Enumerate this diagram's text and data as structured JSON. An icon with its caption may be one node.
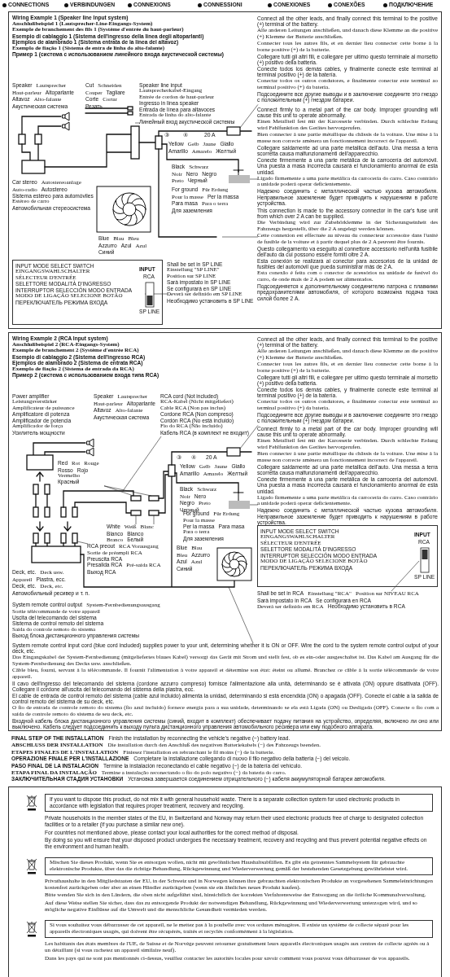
{
  "diagram": {
    "nodes": [
      {
        "text": [
          "Wiring Example 1 (Speaker line Input system)",
          "Anschlußbeispiel 1 (Lautsprecher-Line-Eingangs-System)",
          "Exemple de branchement des fils 1 (Système d'entrée du haut-parleur)",
          "Esempio di cablaggio 1 (Sistema dell'ingresso della linea degli altoparlanti)",
          "Ejemplos de alambrado 1 (Sistema entrata de la linea del altavoz)",
          "Exemplo de fiação 1 (Sistema de entra de linha do alto-falante)",
          "Пример 1 (система с использованием линейного входа акустической системы)"
        ]
      },
      {
        "text": [
          "Connect all the other leads, and finally connect this terminal to the positive (+) terminal of the battery.",
          "Alle anderen Leitungen anschließen, und danach diese Klemme an die positive (+) Klemme der Batterie anschließen.",
          "Connecter tous les autres fils, et en dernier lieu connecter cette borne à la borne positive (+) de la batterie.",
          "Collegare tutti gli altri fili, e collegare per ultimo questo terminale al morsetto (+) positivo della batteria.",
          "Conecte todos los demás cables, y finalmente conecte este terminal al terminal positivo (+) de la batería.",
          "Conectar todos os outros condutores, e finalmente conectar este terminal ao terminal positivo (+) da bateria.",
          "Подсоедините все другие выводы и в заключение соедините это гнездо с положительным (+) гнездом батареи."
        ],
        "in": 0
      },
      {
        "text": [
          "Speaker line input",
          "Lautsprecherkabel-Eingang",
          "Entrée de cordon de haut-parleur",
          "Ingresso in linea speaker",
          "Entrada de línea para altavoces",
          "Entrada de linha do alto-falante",
          "Линейный вход акустической системы"
        ],
        "in": 0
      },
      {
        "text": [
          "Connect firmly to a metal part of the car body. Improper grounding will cause this unit to operate abnormally.",
          "Einen Metallteil fest mit der Karosserie verbinden. Durch schlechte Erdung wird Fehlfunktion des Gerätes hervorgerufen.",
          "Bien connecter à une partie métallique du châssis de la voiture. Une mise à la masse non correcte amènera un fonctionnement incorrect de l'appareil.",
          "Collegare saldamente ad una parte metallica dell'auto. Una messa a terra scorretta causa malfunzionamenti dell'apparecchio.",
          "Conecte firmemente a una parte metálica de la carrocería del automóvil. Una puesta a masa incorrecta causará el funcionamiento anormal de esta unidad.",
          "Ligado firmemente a uma parte metálica da carroceria do carro. Caso contrário a unidade poderá operar deficientemente.",
          "Надежно соединить с металлической частью кузова автомобиля. Неправильное заземление будет приводить к нарушениям в работе устройства."
        ],
        "in": 0
      },
      {
        "text": [
          "INPUT MODE SELECT SWITCH",
          "EINGANGSWAHLSCHALTER",
          "SÉLECTEUR D'ENTRÉE",
          "SELETTORE MODALITÀ D'INGRESSO",
          "INTERRUPTOR SELECCIÓN MODO ENTRADA",
          "MODO DE LIGAÇÃO SELECIONE BOTÃO",
          "ПЕРЕКЛЮЧАТЕЛЬ РЕЖИМА ВХОДА",
          "INPUT",
          "RCA",
          "SP LINE"
        ],
        "in": 0
      },
      {
        "text": [
          "Shall be set in SP LINE",
          "Einstellung \"SP LINE\"",
          "Position sur SP LINE",
          "Sarà impostato in SP LINE",
          "Se configurará en SP LINE",
          "Deverá ser definido em SP LINE",
          "Необходимо установить в SP LINE"
        ],
        "in": 0
      },
      {
        "text": [
          "This connection is made to the accessory connector in the car's fuse unit from which over 2 A can be supplied.",
          "Die Verbindung wird zur Zubehörklemme in der Sicherungseinheit des Fahrzeugs hergestellt, über die 2 A angelegt werden können.",
          "Cette connexion est effectuée au niveau du connecteur accessoire dans l'unité de fusible de la voiture et à partir duquel plus de 2 A peuvent être fournis.",
          "Questo collegamento va eseguito al connettore accessorio nell'unità fusibile dell'auto da cui possono essere forniti oltre 2 A.",
          "Esta conexión se realizará al conector para accesorios de la unidad de fusibles del automóvil que pueda suministrar más de 2 A.",
          "Esta conexão é feita com o conector de acessórios na unidade de fusível do carro, de onde mais de 2 A podem ser alimentados.",
          "Подсоединяется к дополнительному соединителю патрона с плавкими предохранителями автомобиля, от которого возможна подача тока силой более 2 А."
        ],
        "in": 0
      },
      {
        "text": [
          "Wiring Example 2 (RCA Input system)",
          "Anschlußbeispiel 2 (RCA-Eingangs-System)",
          "Exemple de branchement 2 (Système d'entrée RCA)",
          "Esempio di cablaggio 2 (Sistema dell'ingresso RCA)",
          "Ejemplos de alambrado 2 (Sistema de entrata RCA)",
          "Exemplo de fiação 2 (Sistema de entrada da RCA)",
          "Пример 2 (система с использованием входа типа RCA)"
        ]
      },
      {
        "text": [
          "Connect all the other leads, and finally connect this terminal to the positive (+) terminal of the battery.",
          "Alle anderen Leitungen anschließen, und danach diese Klemme an die positive (+) Klemme der Batterie anschließen.",
          "Connecter tous les autres fils, et en dernier lieu connecter cette borne à la borne positive (+) de la batterie.",
          "Collegare tutti gli altri fili, e collegare per ultimo questo terminale al morsetto (+) positivo della batteria.",
          "Conecte todos los demás cables, y finalmente conecte este terminal al terminal positivo (+) de la batería.",
          "Conectar todos os outros condutores, e finalmente conectar este terminal ao terminal positivo (+) da bateria.",
          "Подсоедините все другие выводы и в заключение соедините это гнездо с положительным (+) гнездом батареи."
        ],
        "in": 7
      },
      {
        "text": [
          "RCA cord (Not included)",
          "RCA-Kabel (Nicht mitgeliefert)",
          "Cable RCA (Non pas inclus)",
          "Cordone RCA (Non compreso)",
          "Cordón RCA (No está incluido)",
          "Fio do RCA (Não incluído)",
          "Кабель RCA (в комплект не входит)"
        ],
        "in": 7
      },
      {
        "text": [
          "Red",
          "Rot",
          "Rouge",
          "Rosso",
          "Rojo",
          "Vermelho",
          "Красный"
        ],
        "in": 7
      },
      {
        "text": [
          "White",
          "Weiß",
          "Blanc",
          "Bianco",
          "Blanco",
          "Branco",
          "Белый"
        ],
        "in": 7
      },
      {
        "text": [
          "RCA preout",
          "RCA Vorausgang",
          "Sortie de préampli RCA",
          "Preuscita RCA",
          "Presalida RCA",
          "Pré-saída RCA",
          "Выход RCA"
        ],
        "in": 7
      },
      {
        "text": [
          "Connect firmly to a metal part of the car body. Improper grounding will cause this unit to operate abnormally.",
          "Einen Metallteil fest mit der Karosserie verbinden. Durch schlechte Erdung wird Fehlfunktion des Gerätes hervorgerufen.",
          "Bien connecter à une partie métallique du châssis de la voiture. Une mise à la masse non correcte amènera un fonctionnement incorrect de l'appareil.",
          "Collegare saldamente ad una parte metallica dell'auto. Una messa a terra scorretta causa malfunzionamenti dell'apparecchio.",
          "Conecte firmemente a una parte metálica de la carrocería del automóvil. Una puesta a masa incorrecta causará el funcionamiento anormal de esta unidad.",
          "Ligado firmemente a uma parte metálica da carroceria do carro. Caso contrário a unidade poderá operar deficientemente.",
          "Надежно соединить с металлической частью кузова автомобиля. Неправильное заземление будет приводить к нарушениям в работе устройства."
        ],
        "in": 7
      },
      {
        "text": [
          "INPUT MODE SELECT SWITCH",
          "EINGANGSWAHLSCHALTER",
          "SÉLECTEUR D'ENTRÉE",
          "SELETTORE MODALITÀ D'INGRESSO",
          "INTERRUPTOR SELECCIÓN MODO ENTRADA",
          "MODO DE LIGAÇÃO SELECIONE BOTÃO",
          "ПЕРЕКЛЮЧАТЕЛЬ РЕЖИМА ВХОДА",
          "INPUT",
          "RCA",
          "SP LINE"
        ],
        "in": 7
      },
      {
        "text": [
          "Shall be set in RCA",
          "Einstellung \"RCA\"",
          "Position sur NIVEAU RCA",
          "Sarà impostato in RCA",
          "Se configurará en RCA",
          "Deverá ser definido em RCA",
          "Необходимо установить в RCA"
        ],
        "in": 7
      },
      {
        "text": [
          "System remote control input cord (blue cord included) supplies power to your unit, determining whether it is ON or OFF. Wire the cord to the system remote control output of your deck, etc.",
          "Das Eingangskabel der System-Fernbedienung (mitgeliefertes blaues Kabel) versorgt das Gerät mit Strom und stellt fest, ob es ein-oder ausgeschaltet ist. Das Kabel am Ausgang für die System-Fernbedienung des Decks usw. anschließen.",
          "Câble bleu, fourni, servant à la télécommande. Il fournit l'alimentation à votre appareil et détermine son état: éteint ou allumé. Branchez ce câble à la sortie télécommande de votre appareil.",
          "Il cavo dell'ingresso del telecomando del sistema (cordone azzurro compreso) fornisce l'alimentazione alla unità, determinando se è attivata (ON) oppure disattivata (OFF). Collegare il cordone all'uscita del telecomando del sistema della piastra, ecc.",
          "El cable de entrada de control remoto del sistema (cable azul incluido) alimenta la unidad, determinando si está encendida (ON) o apagada (OFF). Conecte el cable a la salida de control remoto del sistema de su deck, etc.",
          "O fio de entrada de controle remoto do sistema (fio azul incluído) fornece energia para a sua unidade, determinando se ela está Ligada (ON) ou Desligada (OFF). Conecte o fio com a saída de controle remoto do sistema de seu deck, etc.",
          "Входной кабель блока дистанционного управления системы (синий, входит в комплект) обеспечивает подачу питания на устройство, определяя, включено ли оно или выключено. Кабель следует подсоединить к выходу пульта дистанционного управления автомобильного ресивера или ему подобного аппарата."
        ],
        "in": 7
      },
      {
        "text": [
          "Private households in the member states of the EU, in Switzerland and Norway may return their used electronic products free of charge to designated collection facilities or to a retailer (if you purchase a similar new one).",
          "For countries not mentioned above, please contact your local authorities for the correct method of disposal.",
          "By doing so you will ensure that your disposed product undergoes the necessary treatment, recovery and recycling and thus prevent potential negative effects on the environment and human health.",
          "Privathaushalte in den Mitgliedstaaten der EU, in der Schweiz und in Norwegen können ihre gebrauchten elektronischen Produkte an vorgesehenen Sammeleinrichtungen kostenfrei zurückgeben oder aber an einen Händler zurückgeben (wenn sie ein ähnliches neues Produkt kaufen).",
          "Bitte wenden Sie sich in den Ländern, die oben nicht aufgeführt sind, hinsichtlich der korrekten Verfahrensweise der Entsorgung an die örtliche Kommunalverwaltung.",
          "Auf diese Weise stellen Sie sicher, dass das zu entsorgende Produkt der notwendigen Behandlung, Rückgewinnung und Wiederverwertung unterzogen wird, und so mögliche negative Einflüsse auf die Umwelt und die menschliche Gesundheit vermieden werden.",
          "Les habitants des états membres de l'UE, de Suisse et de Norvège peuvent retourner gratuitement leurs appareils électroniques usagés aux centres de collecte agréés ou à un détaillant (si vous rachetez un appareil similaire neuf).",
          "Dans les pays qui ne sont pas mentionnés ci-dessus, veuillez contacter les autorités locales pour savoir comment vous pouvez vous débarrasser de vos appareils."
        ]
      },
      {
        "text": [
          "If you want to dispose this product, do not mix it with general household waste. There is a separate collection system for used electronic products in accordance with legislation that requires proper treatment, recovery and recycling."
        ],
        "in": 17
      },
      {
        "text": [
          "Mischen Sie dieses Produkt, wenn Sie es entsorgen wollen, nicht mit gewöhnlichen Haushaltsabfällen. Es gibt ein getrenntes Sammelsystem für gebrauchte elektronische Produkte, über das die richtige Behandlung, Rückgewinnung und Wiederverwertung gemäß der bestehenden Gesetzgebung gewährleistet wird."
        ],
        "in": 17
      },
      {
        "text": [
          "Si vous souhaitez vous débarrasser de cet appareil, ne le mettez pas à la poubelle avec vos ordures ménagères. Il existe un système de collecte séparé pour les appareils électroniques usagés, qui doivent être récupérés, traités et recyclés conformément à la législation."
        ],
        "in": 17
      },
      {
        "text": [],
        "shape": "box",
        "in": 0
      },
      {
        "text": [],
        "shape": "box",
        "in": 0
      },
      {
        "text": [],
        "shape": "box",
        "in": 7
      },
      {
        "text": [],
        "shape": "box",
        "in": 7
      }
    ],
    "edges": [
      {
        "from": 1,
        "to": 21,
        "arrow": "none"
      },
      {
        "from": 2,
        "to": null,
        "arrow": "none"
      },
      {
        "from": 3,
        "to": 22,
        "arrow": "none"
      },
      {
        "from": 5,
        "to": 4,
        "arrow": "none"
      },
      {
        "from": 6,
        "to": null,
        "arrow": "none"
      },
      {
        "from": 8,
        "to": 23,
        "arrow": "none"
      },
      {
        "from": 9,
        "to": null,
        "arrow": "none"
      },
      {
        "from": 10,
        "to": null,
        "arrow": "none"
      },
      {
        "from": 10,
        "to": null,
        "arrow": "none"
      },
      {
        "from": 11,
        "to": null,
        "arrow": "none"
      },
      {
        "from": 11,
        "to": null,
        "arrow": "none"
      },
      {
        "from": 12,
        "to": null,
        "arrow": "none"
      },
      {
        "from": 13,
        "to": 24,
        "arrow": "none"
      },
      {
        "from": 15,
        "to": 14,
        "arrow": "none"
      },
      {
        "from": 16,
        "to": null,
        "arrow": "none"
      }
    ],
    "labels": [
      "CONNECTIONS",
      "VERBINDUNGEN",
      "CONNEXIONS",
      "CONNESSIONI",
      "CONEXIONES",
      "CONEXÕES",
      "ПОДКЛЮЧЕНИЕ",
      "Speaker",
      "Lautsprecher",
      "Haut-parleur",
      "Altoparlante",
      "Altavoz",
      "Alto-falante",
      "Акустическая система",
      "Cut",
      "Schneiden",
      "Couper",
      "Tagliare",
      "Corte",
      "Cortar",
      "Резать",
      "Yellow",
      "Gelb",
      "Jaune",
      "Giallo",
      "Amarillo",
      "Amarelo",
      "Желтый",
      "③",
      "④",
      "20 A",
      "Black",
      "Schwarz",
      "Noir",
      "Nero",
      "Negro",
      "Preto",
      "Черный",
      "For ground",
      "Für Erdung",
      "Pour la masse",
      "Per la massa",
      "Para masa",
      "Para o terra",
      "Для заземления",
      "Car stereo",
      "Autostereoanlage",
      "Auto-radio",
      "Autostereo",
      "Sistema estéreo para automóviles",
      "Estéreo de carro",
      "Автомобильная стереосистема",
      "Blue",
      "Blau",
      "Bleu",
      "Azzurro",
      "Azul",
      "Azul",
      "Синий",
      "Speaker",
      "Lautsprecher",
      "Haut-parleur",
      "Altoparlante",
      "Altavoz",
      "Alto-falante",
      "Акустическая система",
      "Power amplifier",
      "Leistungsverstärker",
      "Amplificateur de puissance",
      "Amplificatore di potenza",
      "Amplificador de potencia",
      "Amplificador de força",
      "Усилитель мощности",
      "Yellow",
      "Gelb",
      "Jaune",
      "Giallo",
      "Amarillo",
      "Amarelo",
      "Желтый",
      "③",
      "④",
      "20 A",
      "Black",
      "Schwarz",
      "Noir",
      "Nero",
      "Negro",
      "Preto",
      "Черный",
      "For ground",
      "Für Erdung",
      "Pour la masse",
      "Per la massa",
      "Para masa",
      "Para o terra",
      "Для заземления",
      "Blue",
      "Blau",
      "Bleu",
      "Azzurro",
      "Azul",
      "Azul",
      "Синий",
      "Deck, etc.",
      "Deck usw.",
      "Appareil",
      "Piastra, ecc.",
      "Deck, etc.",
      "Deck, etc.",
      "Автомобильный ресивер и т. п.",
      "System remote control output",
      "System-Fernbedienungsausgang",
      "Sortie télécommande de votre appareil",
      "Uscita del telecomando del sistema",
      "Sistema de control remoto del sistema",
      "Saída do controle remoto do sistema",
      "Выход блока дистанционного управления системы",
      "FINAL STEP OF THE INSTALLATION",
      "Finish the installation by reconnecting the vehicle's negative (−) battery lead.",
      "ABSCHLUSS DER INSTALLATION",
      "Die installation durch den Anschluß des negativen Batteriekabels (−) des Fahrzeugs beenden.",
      "ETAPES FINALES DE L'INSTALLATION",
      "Finissez l'installation en rebranchant le fil moins (−) de la batterie.",
      "OPERAZIONE FINALE PER L'INSTALLAZIONE",
      "Completare la installazione collegando di nuovo il filo negativo della batteria (−) del veicolo.",
      "PASO FINAL DE LA INSTALACION",
      "Termine la instalación reconectando el cable negativo (−) de la batería del vehículo.",
      "ETAPA FINAL DA INSTALAÇÃO",
      "Termine a instalação reconectando o fio do polo negativo (−) da bateria do carro.",
      "ЗАКЛЮЧИТЕЛЬНАЯ СТАДИЯ УСТАНОВКИ",
      "Установка завершается соединением отрицательного (−) кабеля аккумуляторной батареи автомобиля."
    ]
  }
}
